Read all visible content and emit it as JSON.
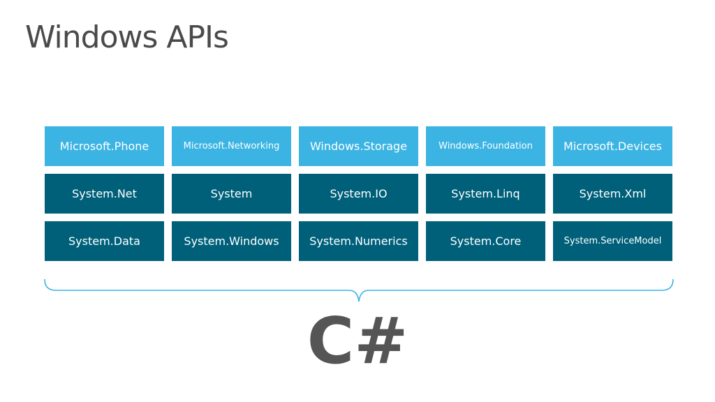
{
  "title": "Windows APIs",
  "language": "C#",
  "colors": {
    "light": "#3bb4e3",
    "dark": "#00607a",
    "brace": "#3bb4e3",
    "text": "#4a4a4a"
  },
  "rows": [
    [
      "Microsoft.Phone",
      "Microsoft.Networking",
      "Windows.Storage",
      "Windows.Foundation",
      "Microsoft.Devices"
    ],
    [
      "System.Net",
      "System",
      "System.IO",
      "System.Linq",
      "System.Xml"
    ],
    [
      "System.Data",
      "System.Windows",
      "System.Numerics",
      "System.Core",
      "System.ServiceModel"
    ]
  ]
}
